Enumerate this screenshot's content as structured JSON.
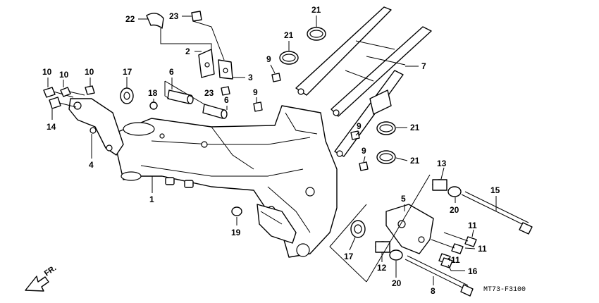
{
  "diagram": {
    "code": "MT73-F3100",
    "direction_label": "FR.",
    "callouts": [
      "22",
      "23",
      "2",
      "3",
      "21",
      "21",
      "7",
      "9",
      "10",
      "10",
      "10",
      "17",
      "6",
      "18",
      "23",
      "6",
      "9",
      "14",
      "4",
      "1",
      "9",
      "21",
      "9",
      "21",
      "13",
      "5",
      "15",
      "19",
      "20",
      "11",
      "11",
      "11",
      "17",
      "12",
      "16",
      "20",
      "8"
    ]
  }
}
